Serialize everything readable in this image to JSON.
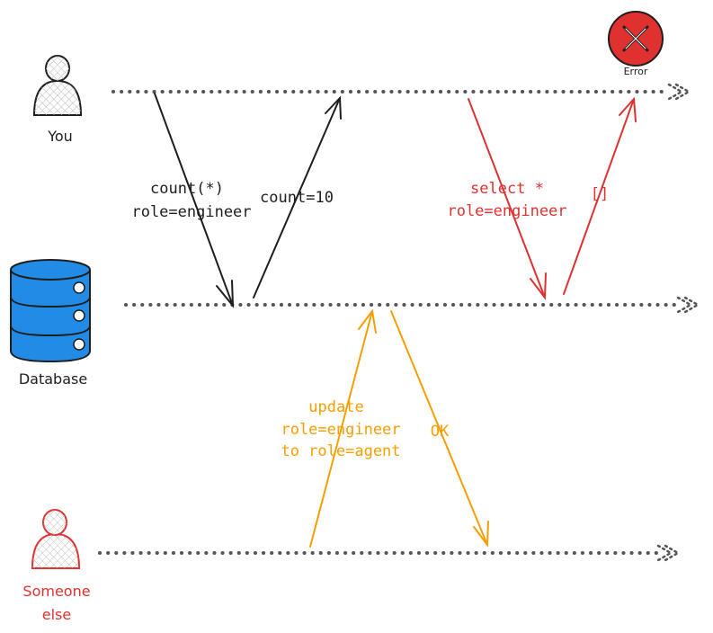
{
  "actors": {
    "you": {
      "label": "You",
      "color": "#1e1e1e"
    },
    "database": {
      "label": "Database",
      "color": "#228be6"
    },
    "someone_else": {
      "label_line1": "Someone",
      "label_line2": "else",
      "color": "#e03131"
    },
    "error": {
      "label": "Error",
      "color": "#e03131"
    }
  },
  "messages": {
    "count_query": {
      "line1": "count(*)",
      "line2": "role=engineer",
      "color": "#1e1e1e"
    },
    "count_result": {
      "text": "count=10",
      "color": "#1e1e1e"
    },
    "select_query": {
      "line1": "select *",
      "line2": "role=engineer",
      "color": "#e03131"
    },
    "select_result": {
      "text": "[]",
      "color": "#e03131"
    },
    "update_query": {
      "line1": "update",
      "line2": "role=engineer",
      "line3": "to role=agent",
      "color": "#f59f00"
    },
    "update_result": {
      "text": "OK",
      "color": "#f59f00"
    }
  }
}
